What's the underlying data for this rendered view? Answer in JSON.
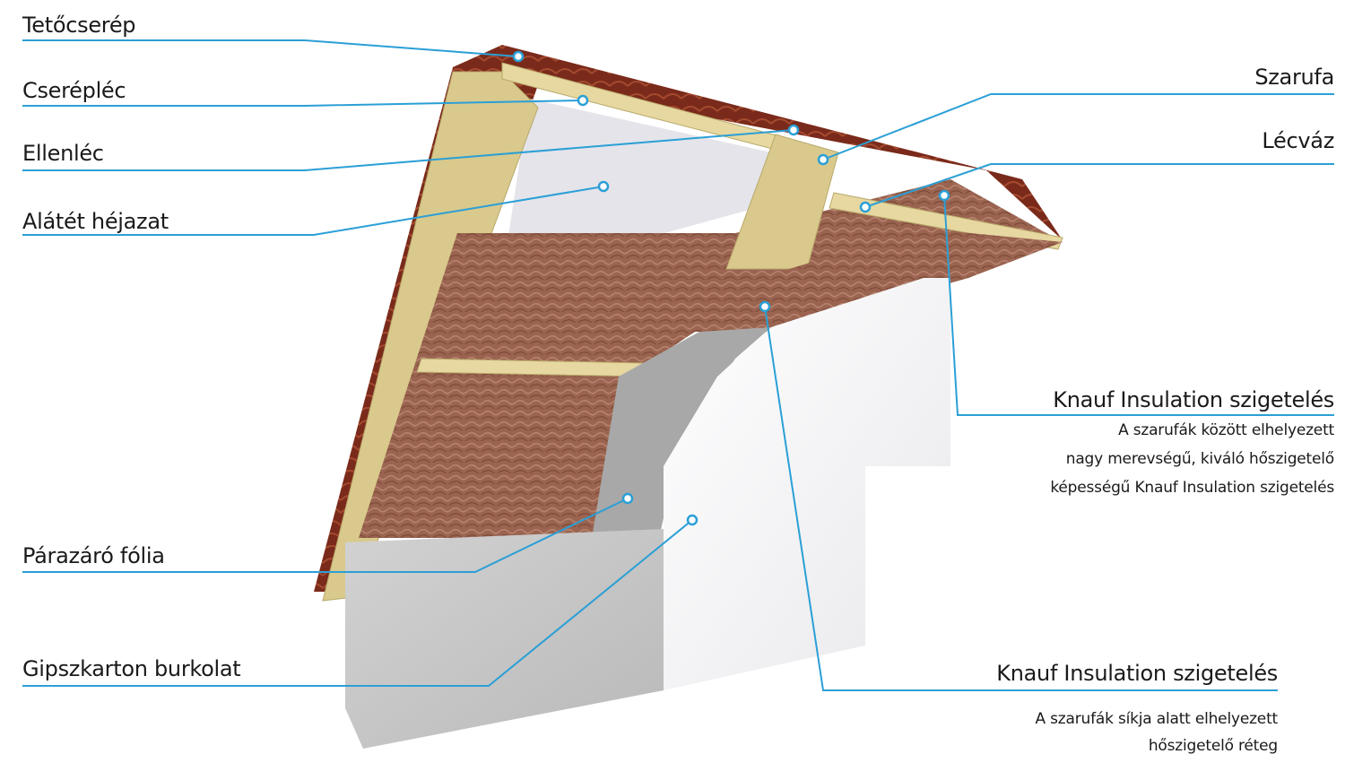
{
  "colors": {
    "leader_line": "#2b9fd6",
    "tile": "#7a2a1a",
    "timber": "#d9c98c",
    "insulation": "#9a6450",
    "membrane": "#e4e4ea",
    "vapour_foil": "#a8a8a8",
    "plasterboard": "#c9c9c9",
    "wall": "#f2f2f2"
  },
  "labels_left": {
    "tetocserep": "Tetőcserép",
    "cereplec": "Cserépléc",
    "ellenlec": "Ellenléc",
    "alatet": "Alátét héjazat",
    "parazaro": "Párazáró fólia",
    "gipszkarton": "Gipszkarton burkolat"
  },
  "labels_right": {
    "szarufa": "Szarufa",
    "lecvaz": "Lécváz",
    "knauf1_title": "Knauf Insulation szigetelés",
    "knauf1_desc": [
      "A szarufák között elhelyezett",
      "nagy merevségű, kiváló hőszigetelő",
      "képességű Knauf Insulation szigetelés"
    ],
    "knauf2_title": "Knauf Insulation szigetelés",
    "knauf2_desc": [
      "A szarufák síkja alatt elhelyezett",
      "hőszigetelő réteg"
    ]
  }
}
